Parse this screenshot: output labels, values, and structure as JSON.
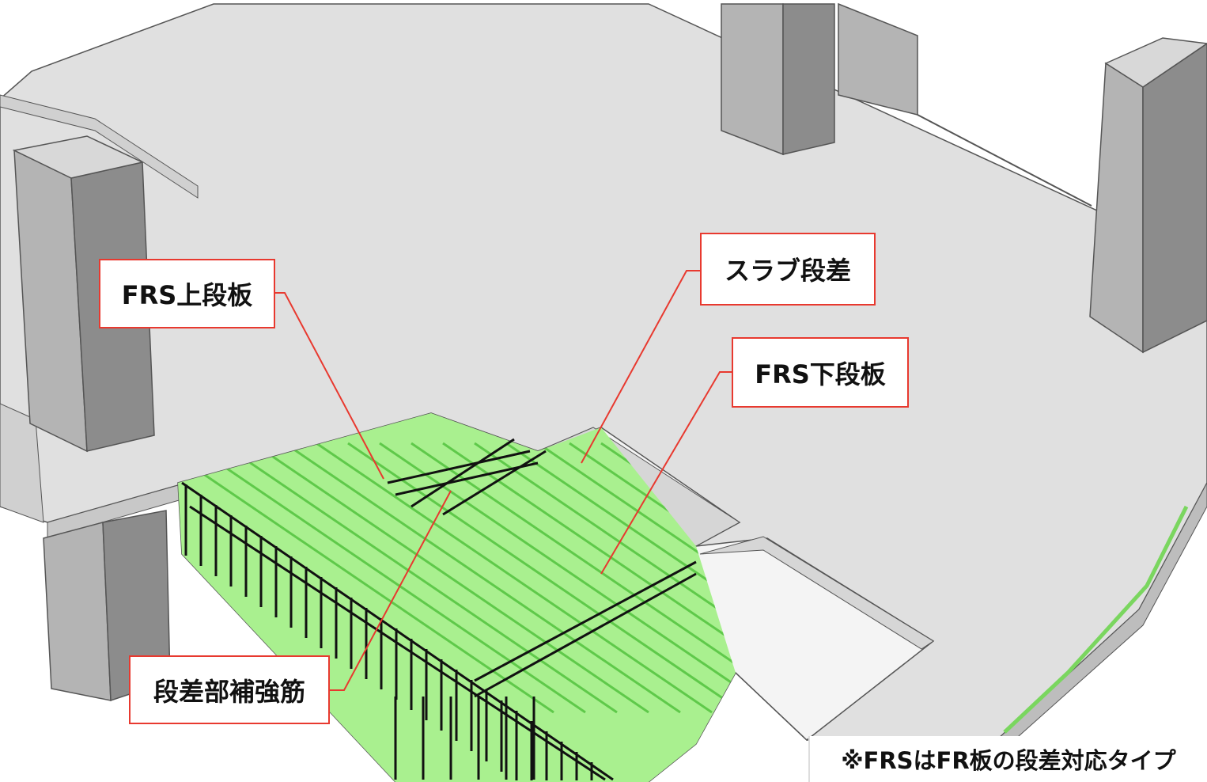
{
  "labels": {
    "frs_upper": "FRS上段板",
    "slab_step": "スラブ段差",
    "frs_lower": "FRS下段板",
    "step_rebar": "段差部補強筋"
  },
  "note": "※FRSはFR板の段差対応タイプ",
  "colors": {
    "slab": "#e0e0e0",
    "column_light": "#b4b4b4",
    "column_dark": "#8c8c8c",
    "green": "#a9f08f",
    "green_dark": "#5fc94a",
    "leader": "#e8392f",
    "rebar": "#111111"
  }
}
